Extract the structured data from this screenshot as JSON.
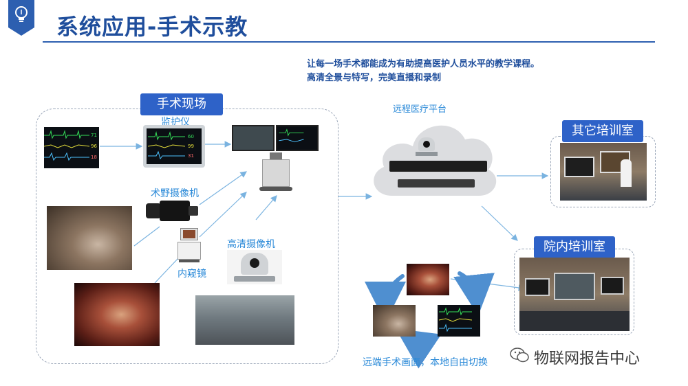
{
  "header": {
    "title": "系统应用-手术示教",
    "badge_icon": "lightbulb-icon"
  },
  "subtitle": {
    "line1": "让每一场手术都能成为有助提高医护人员水平的教学课程。",
    "line2": "高清全景与特写，完美直播和录制"
  },
  "surgery_site": {
    "label": "手术现场",
    "monitor_label": "监护仪",
    "field_camera_label": "术野摄像机",
    "endoscope_label": "内窥镜",
    "hd_camera_label": "高清摄像机"
  },
  "platform": {
    "label": "远程医疗平台"
  },
  "rooms": {
    "other_training": "其它培训室",
    "inhouse_training": "院内培训室"
  },
  "switching": {
    "caption": "远端手术画面，本地自由切换"
  },
  "watermark": {
    "text": "物联网报告中心",
    "icon": "wechat-icon"
  },
  "colors": {
    "title_blue": "#1f4e9c",
    "label_blue": "#2e62c8",
    "text_cyan": "#2b8ad8",
    "arrow_blue": "#7ab3e0"
  }
}
